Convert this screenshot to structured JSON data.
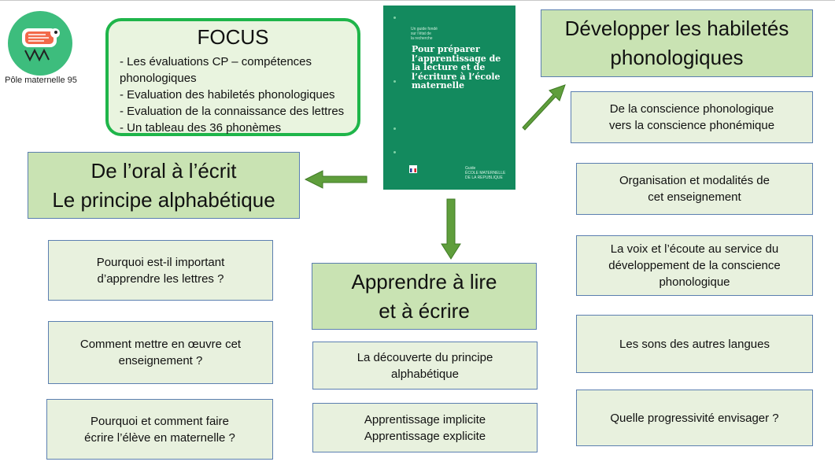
{
  "logo": {
    "caption": "Pôle maternelle 95",
    "icon": "sewing-machine-mascot-icon"
  },
  "focus": {
    "title": "FOCUS",
    "items": [
      "- Les évaluations CP – compétences",
      "phonologiques",
      "- Evaluation des habiletés phonologiques",
      "- Evaluation de la connaissance des lettres",
      "- Un tableau des 36 phonèmes"
    ]
  },
  "cover": {
    "small_text": "Un guide fondé\nsur l’état de\nla recherche",
    "title": "Pour préparer l’apprentissage de la lecture et de l’écriture à l’école maternelle",
    "footer": "Guide\nÉCOLE MATERNELLE\nDE LA REPUBLIQUE",
    "color": "#138a5e"
  },
  "left": {
    "header": [
      "De l’oral à l’écrit",
      "Le principe alphabétique"
    ],
    "items": [
      [
        "Pourquoi est-il important",
        "d’apprendre les lettres ?"
      ],
      [
        "Comment mettre en œuvre cet",
        "enseignement ?"
      ],
      [
        "Pourquoi et comment faire",
        "écrire l’élève en maternelle ?"
      ]
    ]
  },
  "center": {
    "header": [
      "Apprendre à lire",
      "et à écrire"
    ],
    "items": [
      [
        "La découverte du principe",
        "alphabétique"
      ],
      [
        "Apprentissage implicite",
        "Apprentissage explicite"
      ]
    ]
  },
  "right": {
    "header": [
      "Développer les habiletés",
      "phonologiques"
    ],
    "items": [
      [
        "De la conscience phonologique",
        "vers la conscience phonémique"
      ],
      [
        "Organisation et modalités de",
        "cet enseignement"
      ],
      [
        "La voix et l’écoute au service du",
        "développement de la conscience",
        "phonologique"
      ],
      [
        "Les sons des autres langues"
      ],
      [
        "Quelle progressivité envisager ?"
      ]
    ]
  },
  "colors": {
    "header_fill": "#c9e3b3",
    "leaf_fill": "#e8f1de",
    "border": "#5b7fb0",
    "arrow": "#5f9e3c",
    "focus_border": "#1fb54a"
  }
}
